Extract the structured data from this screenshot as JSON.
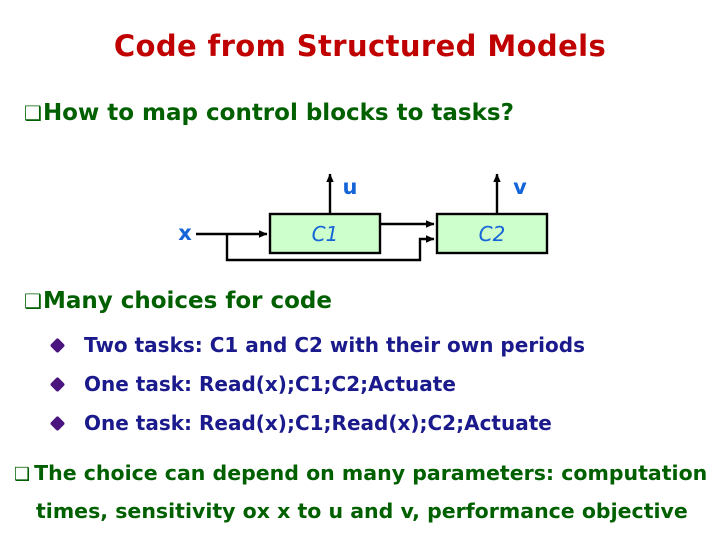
{
  "slide": {
    "title": "Code from Structured Models",
    "title_color": "#C00000",
    "background": "#ffffff"
  },
  "bullets": {
    "square_glyph": "❑",
    "level1_color": "#006000",
    "level2_color": "#1A1A8C",
    "diamond_color": "#4B1580",
    "q1": "How to map control blocks to tasks?",
    "q2": "Many choices for code",
    "sub_items": [
      "Two tasks: C1 and C2 with their own periods",
      "One task: Read(x);C1;C2;Actuate",
      "One task: Read(x);C1;Read(x);C2;Actuate"
    ],
    "closing_line1": "The choice can depend on many parameters: computation",
    "closing_line2": "times, sensitivity ox x to u and v, performance objective"
  },
  "diagram": {
    "block_fill": "#CCFFCC",
    "block_stroke": "#000000",
    "label_color": "#1565D8",
    "blocks": [
      {
        "id": "c1",
        "label": "C1"
      },
      {
        "id": "c2",
        "label": "C2"
      }
    ],
    "signals": [
      {
        "id": "x",
        "label": "x"
      },
      {
        "id": "u",
        "label": "u"
      },
      {
        "id": "v",
        "label": "v"
      }
    ]
  }
}
